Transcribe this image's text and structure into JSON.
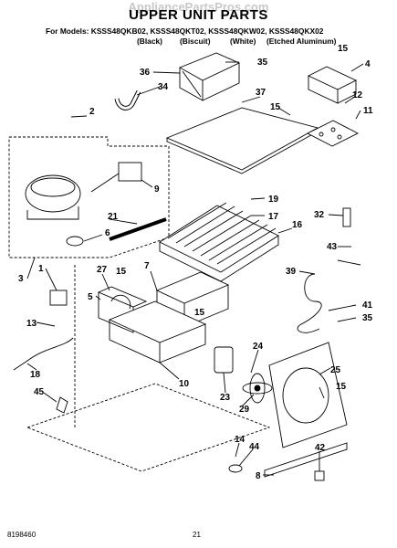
{
  "header": {
    "watermark": "AppliancePartsPros.com",
    "title": "UPPER UNIT PARTS",
    "models_line": "For Models: KSSS48QKB02, KSSS48QKT02, KSSS48QKW02, KSSS48QKX02",
    "colors": [
      "(Black)",
      "(Biscuit)",
      "(White)",
      "(Etched Aluminum)"
    ]
  },
  "callouts": [
    "36",
    "35",
    "4",
    "34",
    "15",
    "37",
    "12",
    "2",
    "15",
    "11",
    "9",
    "19",
    "17",
    "32",
    "16",
    "21",
    "6",
    "43",
    "39",
    "3",
    "27",
    "15",
    "7",
    "1",
    "5",
    "15",
    "41",
    "13",
    "35",
    "24",
    "18",
    "10",
    "23",
    "25",
    "29",
    "15",
    "45",
    "14",
    "44",
    "42",
    "8"
  ],
  "footer": {
    "doc_number": "8198460",
    "page_number": "21"
  }
}
